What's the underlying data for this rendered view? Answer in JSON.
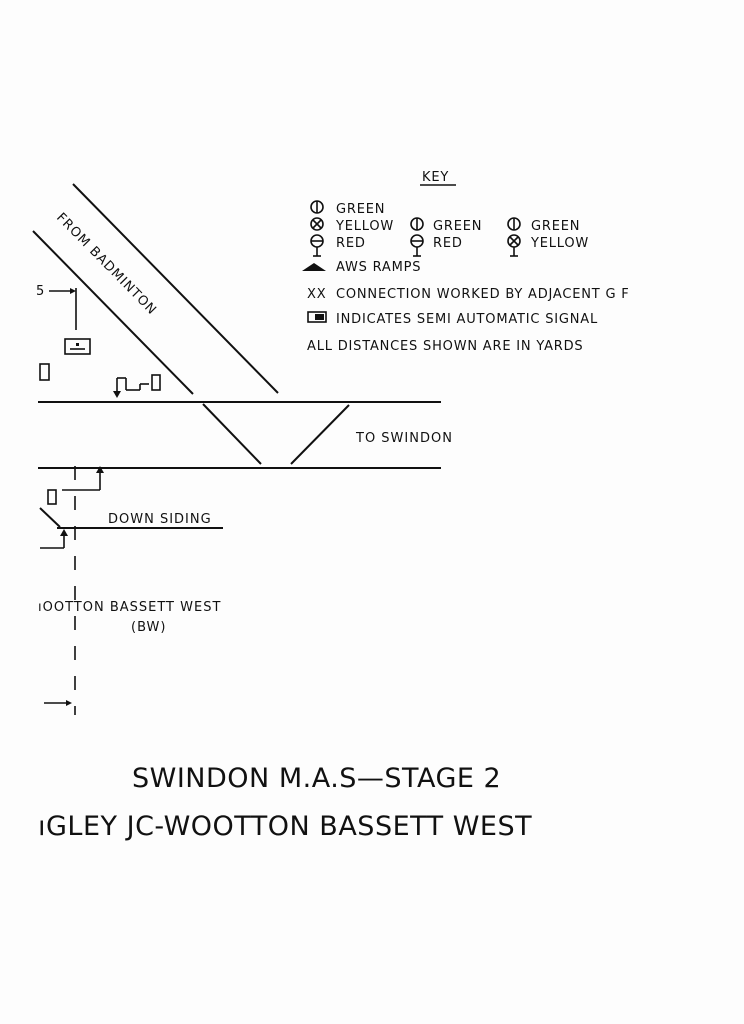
{
  "colors": {
    "ink": "#111111",
    "paper": "#fdfdfd"
  },
  "key": {
    "heading": "KEY",
    "signal_3": [
      "GREEN",
      "YELLOW",
      "RED"
    ],
    "signal_2a": [
      "GREEN",
      "RED"
    ],
    "signal_2b": [
      "GREEN",
      "YELLOW"
    ],
    "aws": "AWS RAMPS",
    "xx_symbol": "XX",
    "xx_text": "CONNECTION WORKED BY ADJACENT G F",
    "semi_auto": "INDICATES SEMI AUTOMATIC SIGNAL",
    "distances": "ALL DISTANCES SHOWN ARE IN YARDS"
  },
  "diagram": {
    "from_badminton": "FROM BADMINTON",
    "to_swindon": "TO SWINDON",
    "down_siding": "DOWN SIDING",
    "station": "ıOOTTON BASSETT WEST",
    "station_code": "(BW)",
    "signal_number": "5"
  },
  "title": {
    "line1": "SWINDON M.A.S—STAGE 2",
    "line2": "ıGLEY JC-WOOTTON BASSETT WEST"
  }
}
